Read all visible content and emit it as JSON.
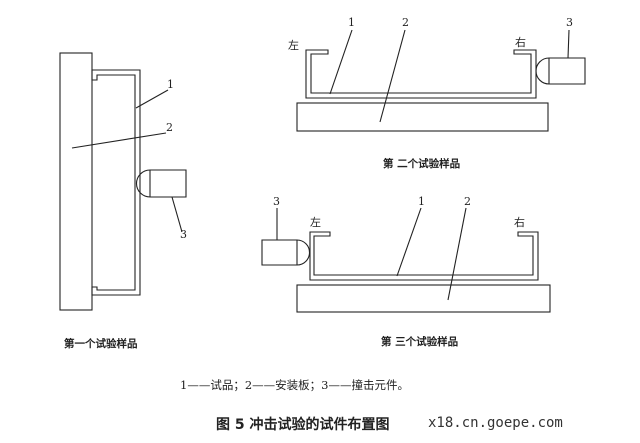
{
  "figure": {
    "title": "图 5   冲击试验的试件布置图",
    "watermark": "x18.cn.goepe.com",
    "legend": "1——试品；2——安装板；3——撞击元件。"
  },
  "panels": [
    {
      "caption": "第一个试验样品",
      "labels": [
        "1",
        "2",
        "3"
      ]
    },
    {
      "caption": "第 二个试验样品",
      "labels": [
        "1",
        "2",
        "3"
      ],
      "left": "左",
      "right": "右"
    },
    {
      "caption": "第 三个试验样品",
      "labels": [
        "3",
        "1",
        "2"
      ],
      "left": "左",
      "right": "右"
    }
  ]
}
